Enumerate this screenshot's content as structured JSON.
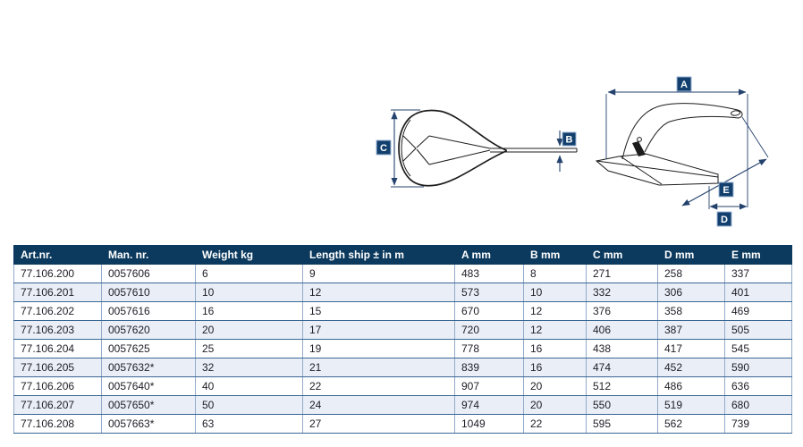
{
  "diagrams": {
    "plan_view": {
      "description": "anchor-top-view",
      "labels": {
        "c": "C",
        "b": "B"
      }
    },
    "side_view": {
      "description": "anchor-side-view",
      "labels": {
        "a": "A",
        "e": "E",
        "d": "D"
      }
    }
  },
  "colors": {
    "header_bg": "#0c3a5e",
    "alt_row_bg": "#e9eef7",
    "grid_horizontal": "#3a6794",
    "grid_vertical": "#93abc9",
    "dimension_navy": "#24426e",
    "label_box_bg": "#123f6d",
    "label_box_border": "#9db7d8",
    "drawing_line": "#1c1c1c"
  },
  "table": {
    "columns": [
      "Art.nr.",
      "Man. nr.",
      "Weight kg",
      "Length ship ± in m",
      "A mm",
      "B mm",
      "C mm",
      "D mm",
      "E mm"
    ],
    "rows": [
      [
        "77.106.200",
        "0057606",
        "6",
        "9",
        "483",
        "8",
        "271",
        "258",
        "337"
      ],
      [
        "77.106.201",
        "0057610",
        "10",
        "12",
        "573",
        "10",
        "332",
        "306",
        "401"
      ],
      [
        "77.106.202",
        "0057616",
        "16",
        "15",
        "670",
        "12",
        "376",
        "358",
        "469"
      ],
      [
        "77.106.203",
        "0057620",
        "20",
        "17",
        "720",
        "12",
        "406",
        "387",
        "505"
      ],
      [
        "77.106.204",
        "0057625",
        "25",
        "19",
        "778",
        "16",
        "438",
        "417",
        "545"
      ],
      [
        "77.106.205",
        "0057632*",
        "32",
        "21",
        "839",
        "16",
        "474",
        "452",
        "590"
      ],
      [
        "77.106.206",
        "0057640*",
        "40",
        "22",
        "907",
        "20",
        "512",
        "486",
        "636"
      ],
      [
        "77.106.207",
        "0057650*",
        "50",
        "24",
        "974",
        "20",
        "550",
        "519",
        "680"
      ],
      [
        "77.106.208",
        "0057663*",
        "63",
        "27",
        "1049",
        "22",
        "595",
        "562",
        "739"
      ]
    ]
  }
}
